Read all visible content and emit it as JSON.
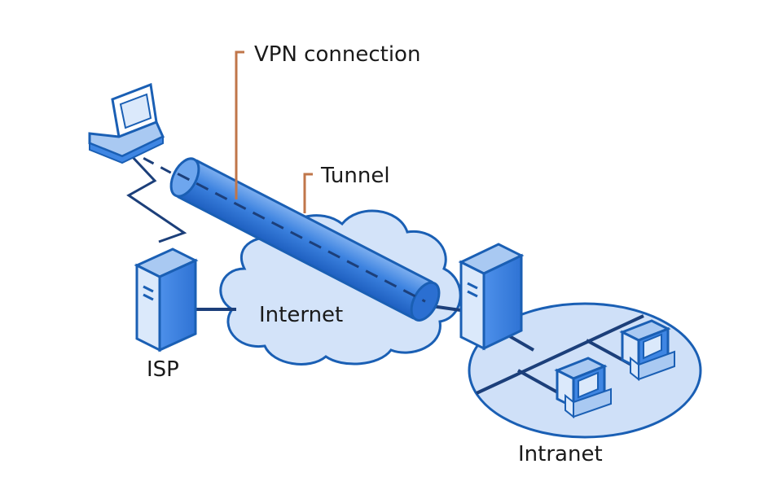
{
  "labels": {
    "vpn_connection": "VPN connection",
    "tunnel": "Tunnel",
    "internet": "Internet",
    "isp": "ISP",
    "intranet": "Intranet"
  },
  "colors": {
    "outline": "#1a5fb4",
    "fill_light": "#dbe9fb",
    "fill_mid": "#a9c9f2",
    "fill_blue": "#3f86e3",
    "callout": "#c0764a",
    "link_dark": "#1c3f7a"
  }
}
